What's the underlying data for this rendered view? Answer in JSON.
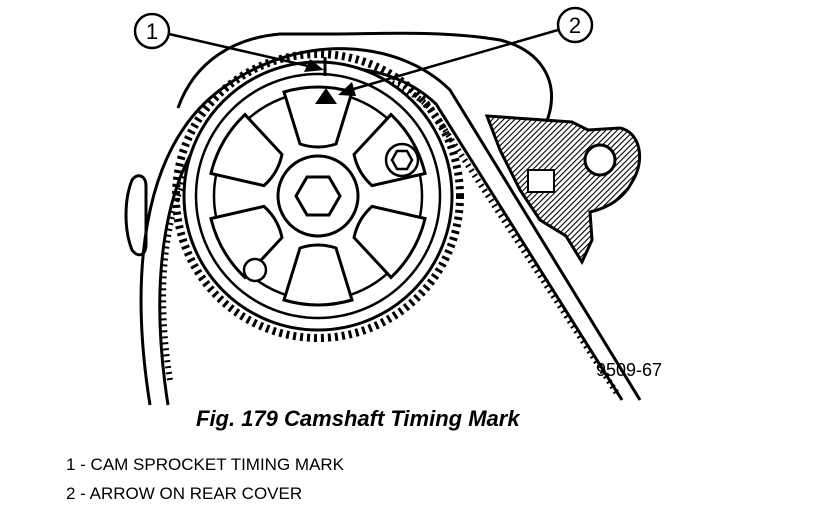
{
  "figure": {
    "caption": "Fig. 179 Camshaft Timing Mark",
    "part_number": "9509-67",
    "callouts": [
      {
        "number": "1"
      },
      {
        "number": "2"
      }
    ],
    "legend": [
      {
        "text": "1 - CAM SPROCKET TIMING MARK"
      },
      {
        "text": "2 - ARROW ON REAR COVER"
      }
    ]
  }
}
